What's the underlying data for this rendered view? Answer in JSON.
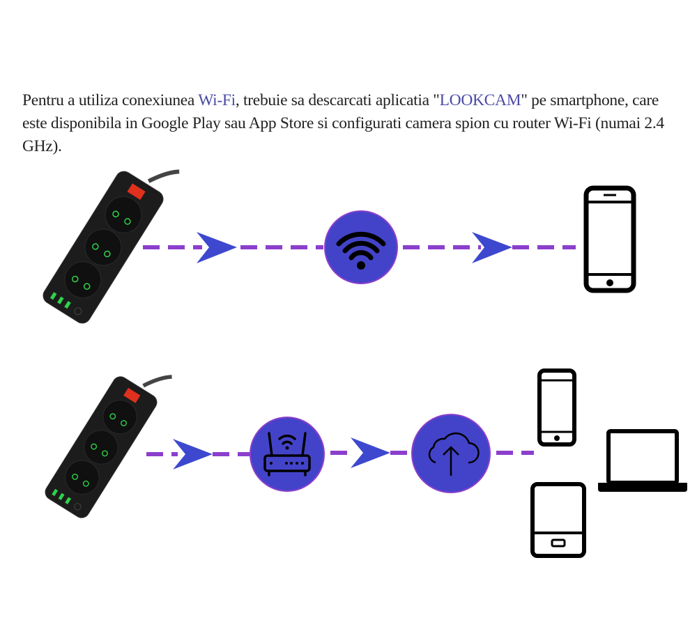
{
  "intro": {
    "part1": "Pentru a utiliza conexiunea ",
    "wifi": "Wi-Fi",
    "part2": ", trebuie sa descarcati aplicatia \"",
    "app": "LOOKCAM",
    "part3": "\" pe smartphone, care este disponibila in Google Play sau App Store si configurati camera spion cu router Wi-Fi (numai 2.4 GHz)."
  },
  "colors": {
    "dash": "#8b3fcc",
    "arrow": "#3d48cf",
    "circle": "#4343c9",
    "circle_border": "#8b3fcc",
    "link_text": "#4a4aa6"
  },
  "diagram": {
    "row1": [
      "power-strip",
      "wifi-icon",
      "smartphone-icon"
    ],
    "row2": [
      "power-strip",
      "router-icon",
      "cloud-upload-icon",
      "smartphone-icon",
      "laptop-icon",
      "tablet-icon"
    ]
  }
}
